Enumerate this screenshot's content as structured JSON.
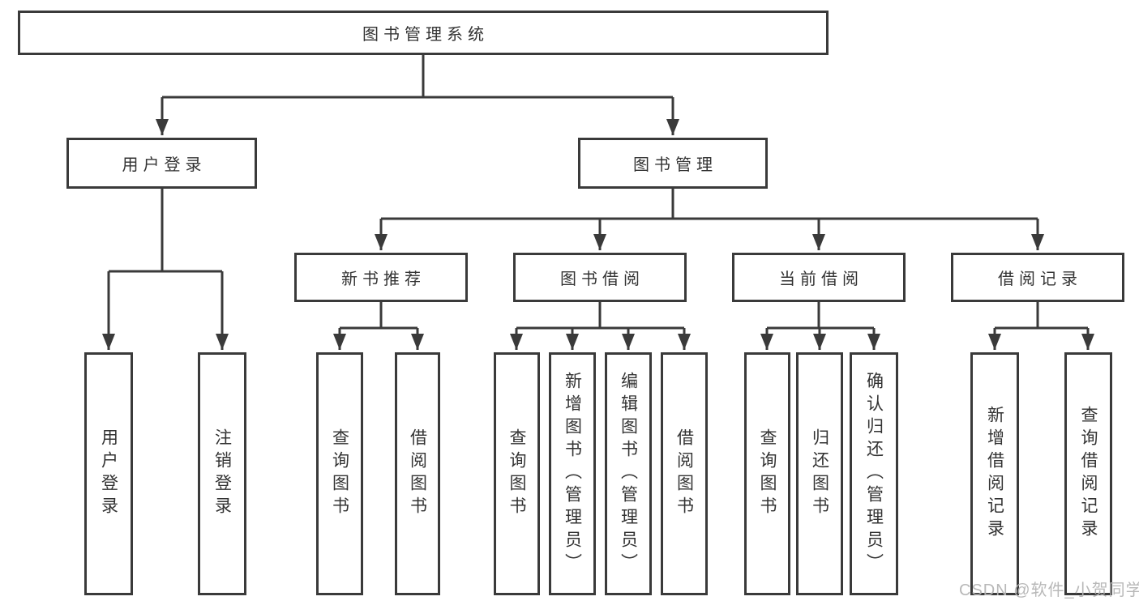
{
  "diagram": {
    "root": {
      "label": "图书管理系统"
    },
    "branches": [
      {
        "label": "用户登录",
        "children": [
          {
            "label": "用户登录"
          },
          {
            "label": "注销登录"
          }
        ]
      },
      {
        "label": "图书管理",
        "children": [
          {
            "label": "新书推荐",
            "children": [
              {
                "label": "查询图书"
              },
              {
                "label": "借阅图书"
              }
            ]
          },
          {
            "label": "图书借阅",
            "children": [
              {
                "label": "查询图书"
              },
              {
                "label": "新增图书（管理员）"
              },
              {
                "label": "编辑图书（管理员）"
              },
              {
                "label": "借阅图书"
              }
            ]
          },
          {
            "label": "当前借阅",
            "children": [
              {
                "label": "查询图书"
              },
              {
                "label": "归还图书"
              },
              {
                "label": "确认归还（管理员）"
              }
            ]
          },
          {
            "label": "借阅记录",
            "children": [
              {
                "label": "新增借阅记录"
              },
              {
                "label": "查询借阅记录"
              }
            ]
          }
        ]
      }
    ]
  },
  "watermark": {
    "text": "CSDN @软件_小贺同学"
  },
  "colors": {
    "line": "#3a3a3a",
    "box_border": "#3a3a3a",
    "text": "#333333",
    "watermark": "#b5b5b5",
    "background": "#ffffff"
  }
}
